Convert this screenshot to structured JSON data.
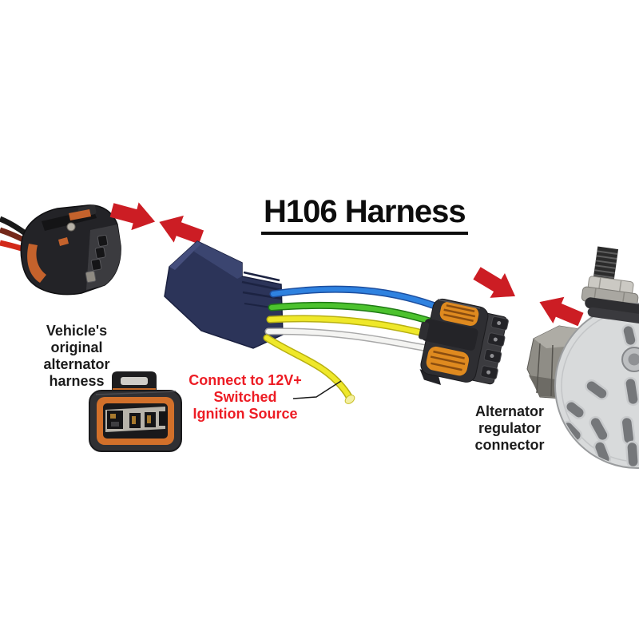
{
  "title": {
    "text": "H106 Harness"
  },
  "labels": {
    "vehicle_harness": {
      "lines": [
        "Vehicle's",
        "original",
        "alternator",
        "harness"
      ],
      "color": "#1b1b1b"
    },
    "ignition": {
      "lines": [
        "Connect to 12V+",
        "Switched",
        "Ignition Source"
      ],
      "color": "#ed1c24"
    },
    "regulator": {
      "lines": [
        "Alternator",
        "regulator",
        "connector"
      ],
      "color": "#1b1b1b"
    }
  },
  "illustration": {
    "arrow_color": "#cc1d24",
    "adapter_block_color": "#2c3459",
    "connector_seal_orange": "#df8a1f",
    "pigtail_seal_orange": "#d2702a",
    "wire_colors": {
      "blue": "#2f82e0",
      "green": "#4cc22e",
      "yellow": "#efe82a",
      "white": "#f4f4f2"
    },
    "icons": [
      "arrow-right-icon",
      "arrow-left-icon"
    ]
  }
}
